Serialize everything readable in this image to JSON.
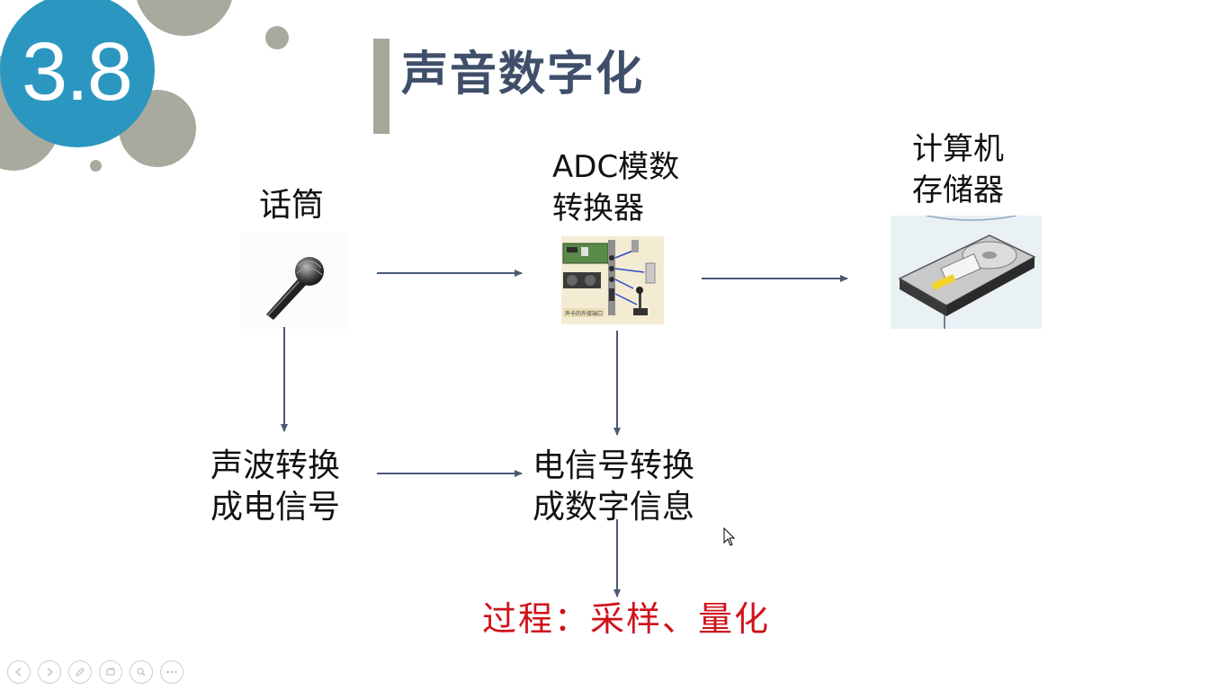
{
  "section_badge": {
    "number": "3.8"
  },
  "slide": {
    "title": "声音数字化"
  },
  "nodes": {
    "microphone": {
      "label": "话筒",
      "icon": "microphone-icon"
    },
    "adc": {
      "label_line1": "ADC模数",
      "label_line2": "转换器",
      "icon": "sound-card-icon"
    },
    "computer": {
      "label_line1": "计算机",
      "label_line2": "存储器",
      "icon": "hard-drive-icon"
    },
    "sound_to_signal": {
      "line1": "声波转换",
      "line2": "成电信号"
    },
    "signal_to_digital": {
      "line1": "电信号转换",
      "line2": "成数字信息"
    }
  },
  "process": {
    "label": "过程：采样、量化"
  },
  "colors": {
    "badge_blue": "#2b97c0",
    "decor_gray": "#a9aa9e",
    "title_text": "#3f4f6a",
    "arrow": "#4a5a75",
    "process_red": "#d0121a"
  },
  "nav_controls": [
    "prev-icon",
    "next-icon",
    "pen-icon",
    "slides-icon",
    "zoom-icon",
    "more-icon"
  ]
}
